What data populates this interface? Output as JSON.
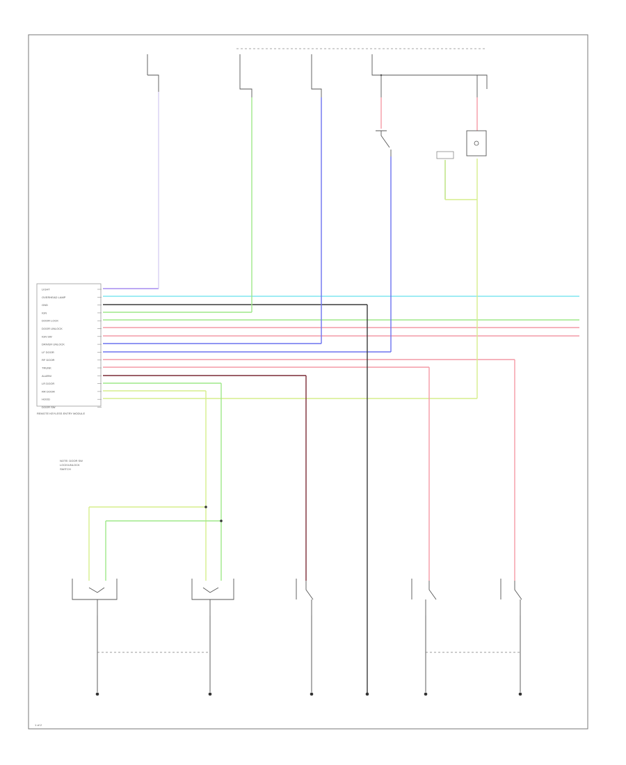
{
  "connector_labels": [
    "LIGHT",
    "OVERHEAD LAMP",
    "GND",
    "IGN",
    "DOOR LOCK",
    "DOOR UNLOCK",
    "IGN SW",
    "DRIVER UNLOCK",
    "LF DOOR",
    "RF DOOR",
    "TRUNK",
    "ALARM",
    "LR DOOR",
    "RR DOOR",
    "HOOD",
    "DOOR SW"
  ],
  "module_label": "REMOTE KEYLESS ENTRY MODULE",
  "note_lines": [
    "NOTE: DOOR SW",
    "LOCK/UNLOCK",
    "SWITCH"
  ],
  "page_number": "1 of 2",
  "colors": {
    "light_green": "#9ee889",
    "blue": "#6b72ef",
    "pink": "#f49aa6",
    "cyan": "#7fe6f0",
    "dark": "#3a3a3a",
    "yellow_green": "#d6ee8c",
    "purple": "#a58cf0"
  }
}
